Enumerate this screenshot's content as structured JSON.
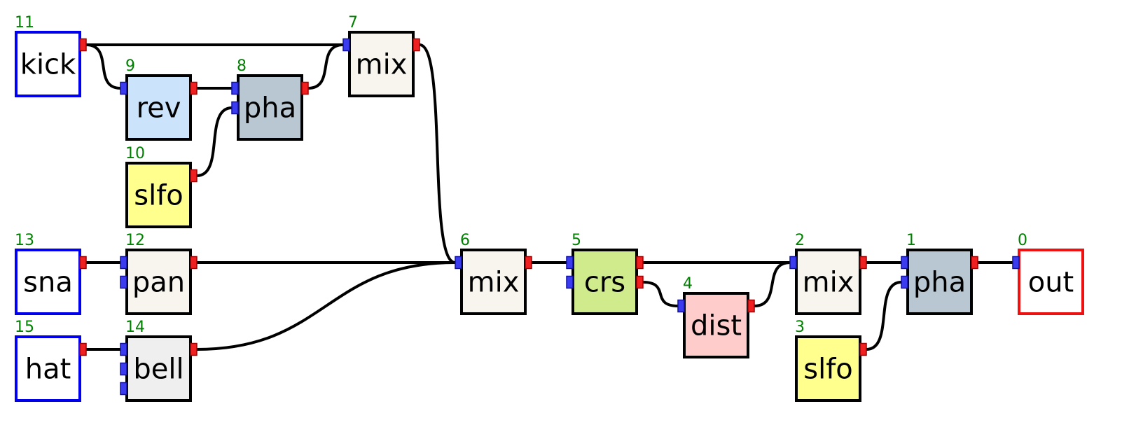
{
  "colors": {
    "id_text": "#008000",
    "in_port": "#3b3bf0",
    "out_port": "#f02020",
    "wire": "#000000"
  },
  "nodes": [
    {
      "id": "11",
      "label": "kick",
      "fill": "#ffffff",
      "border": "#0000ee",
      "inputs": 0
    },
    {
      "id": "9",
      "label": "rev",
      "fill": "#cce4fb",
      "border": "#000000",
      "inputs": 1
    },
    {
      "id": "8",
      "label": "pha",
      "fill": "#b8c7d2",
      "border": "#000000",
      "inputs": 2
    },
    {
      "id": "7",
      "label": "mix",
      "fill": "#f7f5ee",
      "border": "#000000",
      "inputs": 1
    },
    {
      "id": "10",
      "label": "slfo",
      "fill": "#ffff8e",
      "border": "#000000",
      "inputs": 0
    },
    {
      "id": "13",
      "label": "sna",
      "fill": "#ffffff",
      "border": "#0000ee",
      "inputs": 0
    },
    {
      "id": "12",
      "label": "pan",
      "fill": "#f7f5ee",
      "border": "#000000",
      "inputs": 2
    },
    {
      "id": "15",
      "label": "hat",
      "fill": "#ffffff",
      "border": "#0000ee",
      "inputs": 0
    },
    {
      "id": "14",
      "label": "bell",
      "fill": "#efefef",
      "border": "#000000",
      "inputs": 3
    },
    {
      "id": "6",
      "label": "mix",
      "fill": "#f7f5ee",
      "border": "#000000",
      "inputs": 1
    },
    {
      "id": "5",
      "label": "crs",
      "fill": "#cfeb8c",
      "border": "#000000",
      "inputs": 2
    },
    {
      "id": "4",
      "label": "dist",
      "fill": "#ffcccc",
      "border": "#000000",
      "inputs": 1
    },
    {
      "id": "2",
      "label": "mix",
      "fill": "#f7f5ee",
      "border": "#000000",
      "inputs": 1
    },
    {
      "id": "3",
      "label": "slfo",
      "fill": "#ffff8e",
      "border": "#000000",
      "inputs": 0
    },
    {
      "id": "1",
      "label": "pha",
      "fill": "#b8c7d2",
      "border": "#000000",
      "inputs": 2
    },
    {
      "id": "0",
      "label": "out",
      "fill": "#ffffff",
      "border": "#ee1111",
      "inputs": 1
    }
  ],
  "edges": [
    {
      "from": "11",
      "to": "9",
      "port": 0
    },
    {
      "from": "11",
      "to": "7",
      "port": 0
    },
    {
      "from": "9",
      "to": "8",
      "port": 0
    },
    {
      "from": "10",
      "to": "8",
      "port": 1
    },
    {
      "from": "8",
      "to": "7",
      "port": 0
    },
    {
      "from": "7",
      "to": "6",
      "port": 0
    },
    {
      "from": "13",
      "to": "12",
      "port": 0
    },
    {
      "from": "12",
      "to": "6",
      "port": 0
    },
    {
      "from": "15",
      "to": "14",
      "port": 0
    },
    {
      "from": "14",
      "to": "6",
      "port": 0
    },
    {
      "from": "6",
      "to": "5",
      "port": 0
    },
    {
      "from": "5",
      "to": "2",
      "port": 0
    },
    {
      "from": "5",
      "to": "4",
      "port": 0,
      "src_port": 1
    },
    {
      "from": "4",
      "to": "2",
      "port": 0
    },
    {
      "from": "2",
      "to": "1",
      "port": 0
    },
    {
      "from": "3",
      "to": "1",
      "port": 1
    },
    {
      "from": "1",
      "to": "0",
      "port": 0
    }
  ]
}
